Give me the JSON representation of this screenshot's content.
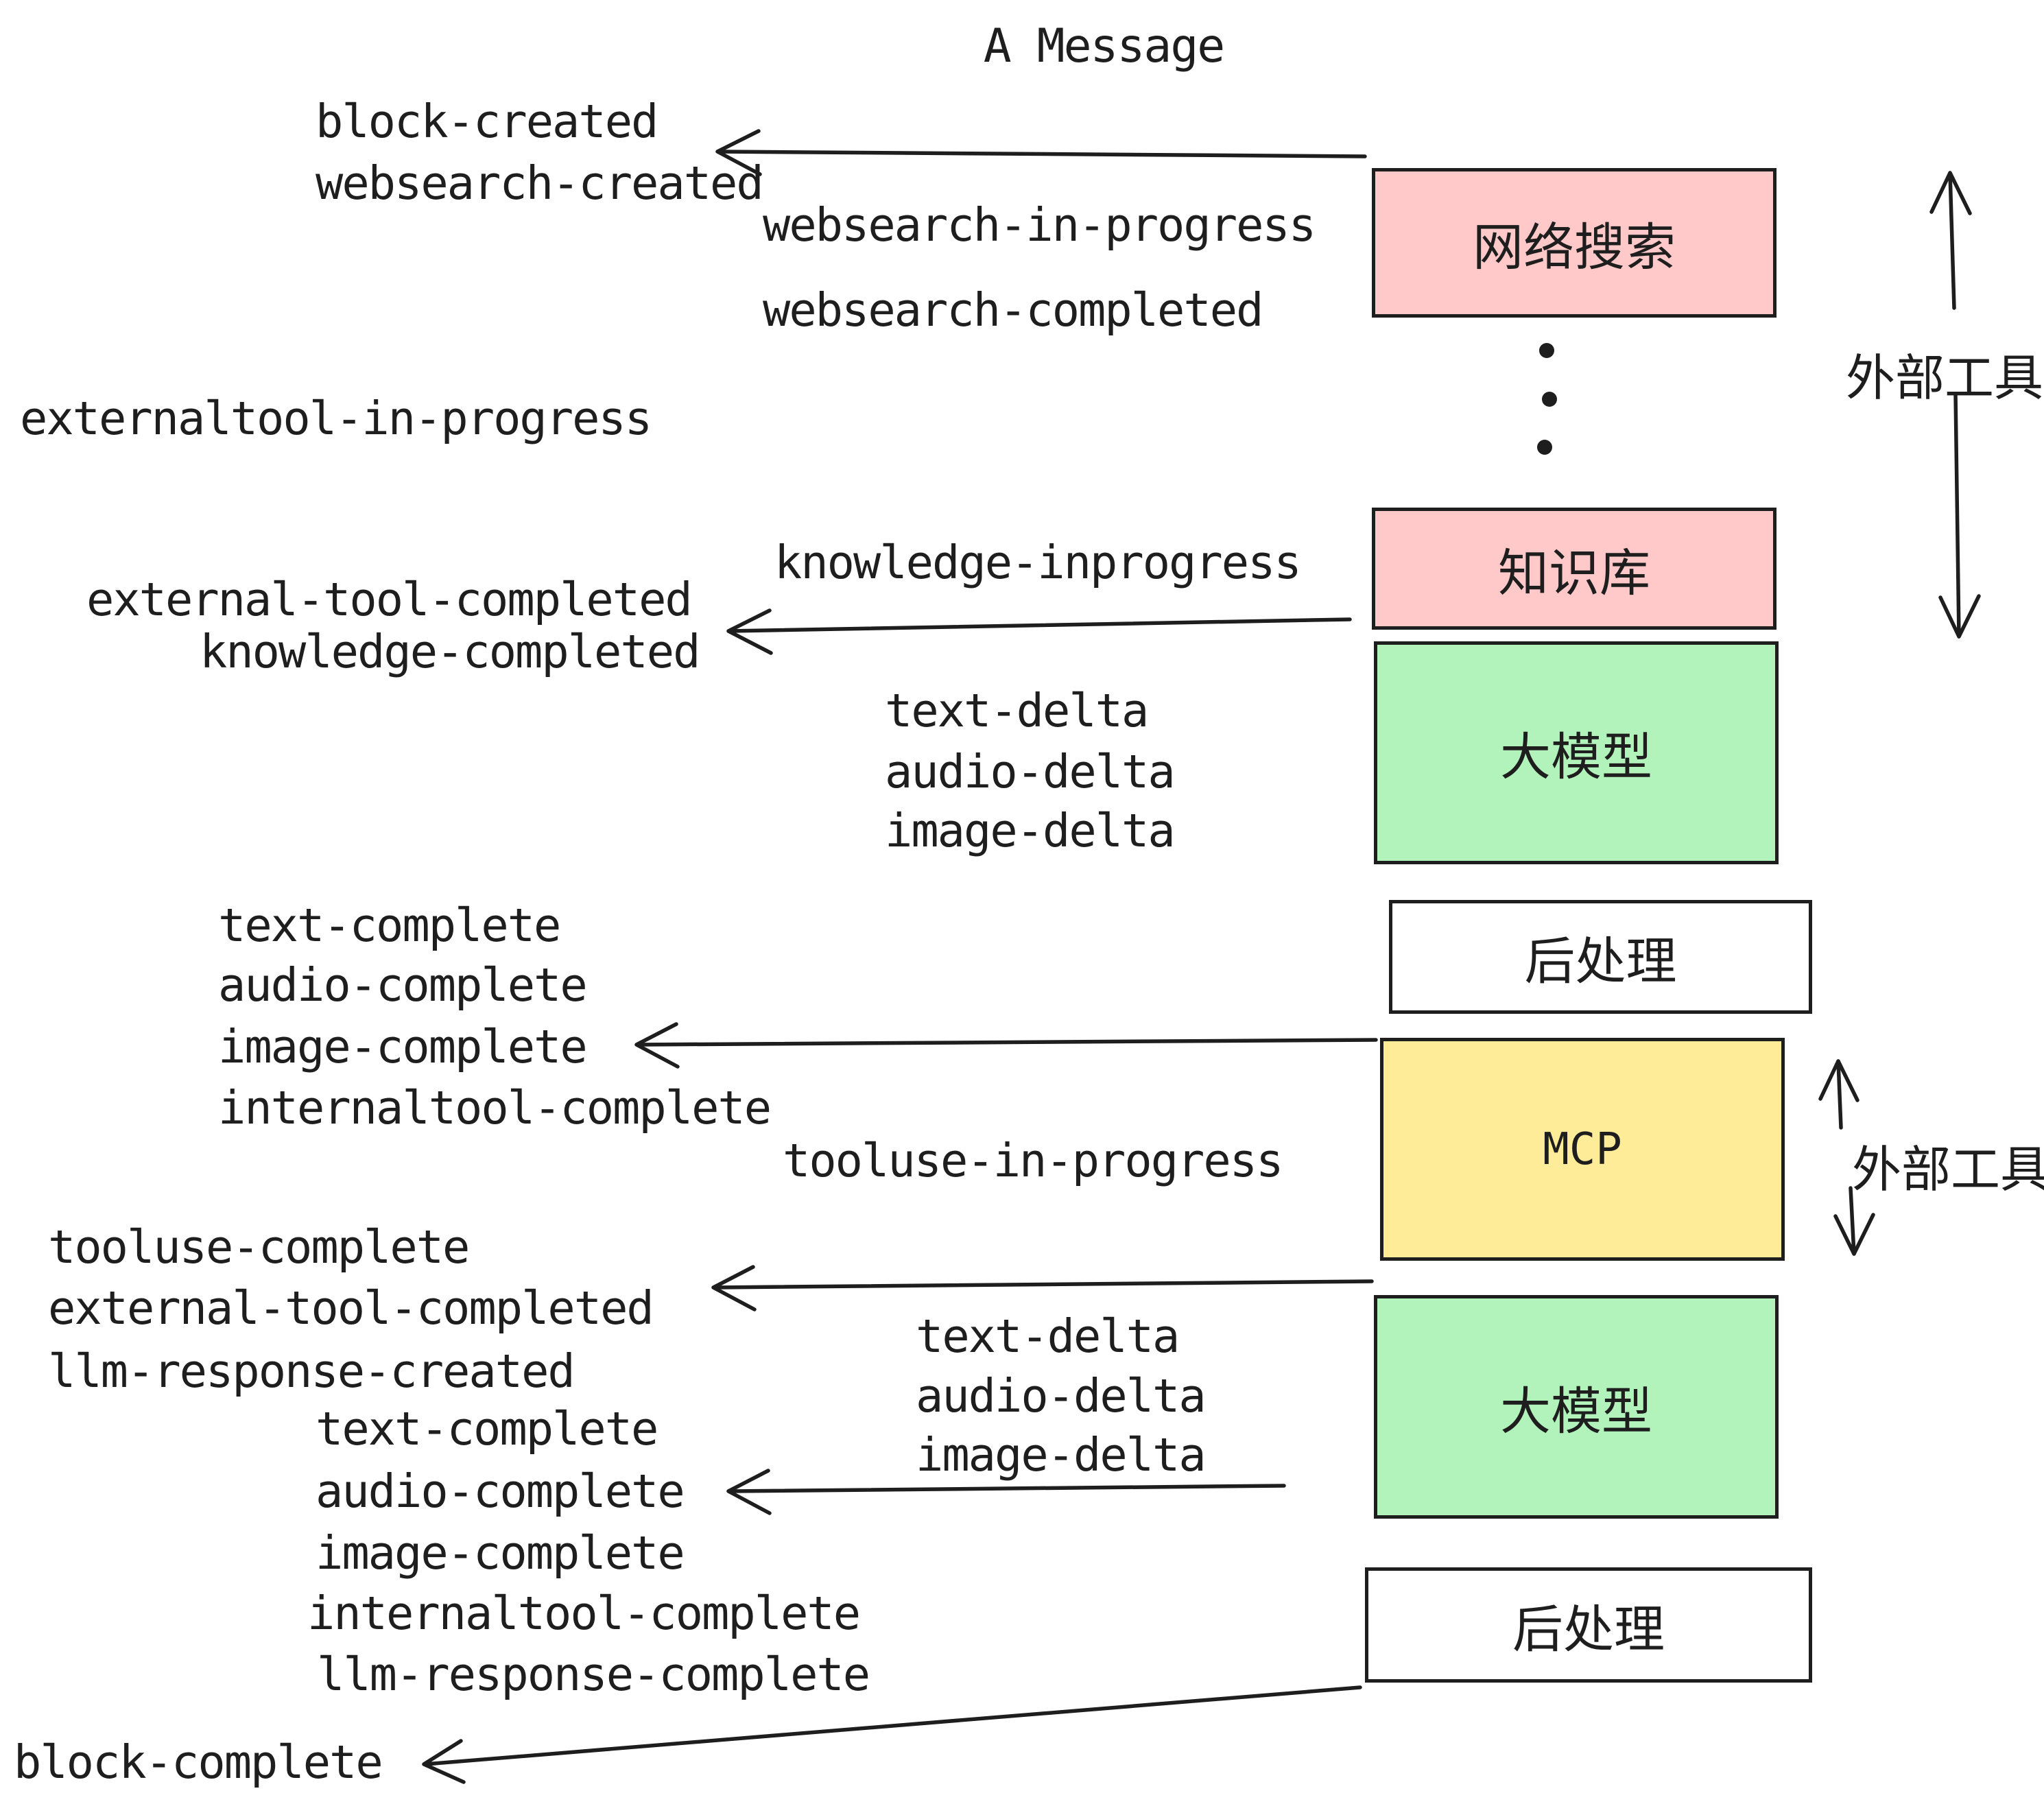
{
  "title": "A Message",
  "colors": {
    "stroke": "#1e1e1e",
    "pink": "#ffc9c9",
    "green": "#b2f2bb",
    "yellow": "#ffec99",
    "white": "#ffffff",
    "background": "#ffffff"
  },
  "boxes": {
    "websearch": {
      "label": "网络搜索",
      "fill": "#ffc9c9"
    },
    "knowledge": {
      "label": "知识库",
      "fill": "#ffc9c9"
    },
    "llm_top": {
      "label": "大模型",
      "fill": "#b2f2bb"
    },
    "postprocess_top": {
      "label": "后处理",
      "fill": "#ffffff"
    },
    "mcp": {
      "label": "MCP",
      "fill": "#ffec99"
    },
    "llm_bottom": {
      "label": "大模型",
      "fill": "#b2f2bb"
    },
    "postprocess_bottom": {
      "label": "后处理",
      "fill": "#ffffff"
    }
  },
  "annotations": {
    "external_tools_top": "外部工具",
    "external_tools_mid": "外部工具"
  },
  "events": {
    "block_created": "block-created",
    "websearch_created": "websearch-created",
    "websearch_in_progress": "websearch-in-progress",
    "websearch_completed": "websearch-completed",
    "externaltool_in_progress": "externaltool-in-progress",
    "knowledge_inprogress": "knowledge-inprogress",
    "external_tool_completed_1": "external-tool-completed",
    "knowledge_completed": "knowledge-completed",
    "text_delta_1": "text-delta",
    "audio_delta_1": "audio-delta",
    "image_delta_1": "image-delta",
    "text_complete_1": "text-complete",
    "audio_complete_1": "audio-complete",
    "image_complete_1": "image-complete",
    "internaltool_complete_1": "internaltool-complete",
    "tooluse_in_progress": "tooluse-in-progress",
    "tooluse_complete": "tooluse-complete",
    "external_tool_completed_2": "external-tool-completed",
    "llm_response_created": "llm-response-created",
    "text_complete_2": "text-complete",
    "audio_complete_2": "audio-complete",
    "image_complete_2": "image-complete",
    "internaltool_complete_2": "internaltool-complete",
    "llm_response_complete": "llm-response-complete",
    "block_complete": "block-complete"
  }
}
